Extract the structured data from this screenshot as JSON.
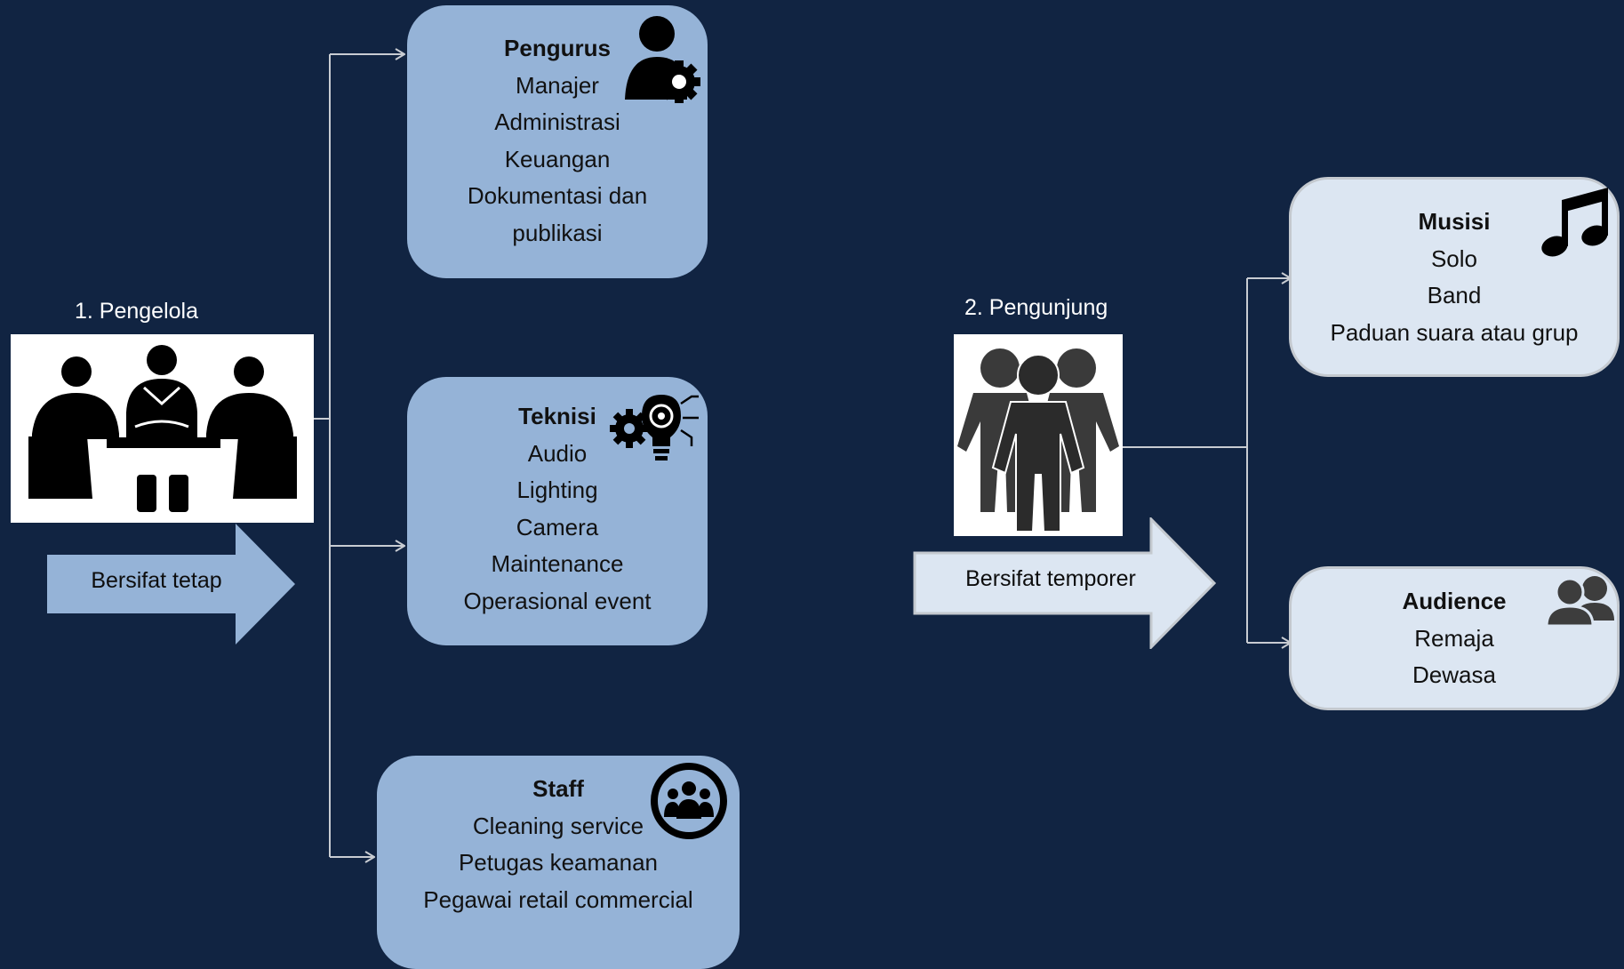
{
  "left_group": {
    "heading": "1.  Pengelola",
    "arrow_label": "Bersifat tetap",
    "cards": [
      {
        "icon": "user-gear-icon",
        "title": "Pengurus",
        "items": [
          "Manajer",
          "Administrasi",
          "Keuangan",
          "Dokumentasi dan",
          "publikasi"
        ]
      },
      {
        "icon": "gear-lightbulb-icon",
        "title": "Teknisi",
        "items": [
          "Audio",
          "Lighting",
          "Camera",
          "Maintenance",
          "Operasional event"
        ]
      },
      {
        "icon": "group-circle-icon",
        "title": "Staff",
        "items": [
          "Cleaning service",
          "Petugas keamanan",
          "Pegawai retail commercial"
        ]
      }
    ]
  },
  "right_group": {
    "heading": "2. Pengunjung",
    "arrow_label": "Bersifat temporer",
    "cards": [
      {
        "icon": "music-note-icon",
        "title": "Musisi",
        "items": [
          "Solo",
          "Band",
          "Paduan suara atau grup"
        ]
      },
      {
        "icon": "people-icon",
        "title": "Audience",
        "items": [
          "Remaja",
          "Dewasa"
        ]
      }
    ]
  },
  "colors": {
    "background": "#112442",
    "card_mid": "#95b3d7",
    "card_light": "#dce6f2",
    "connector": "#c8ccd2"
  }
}
